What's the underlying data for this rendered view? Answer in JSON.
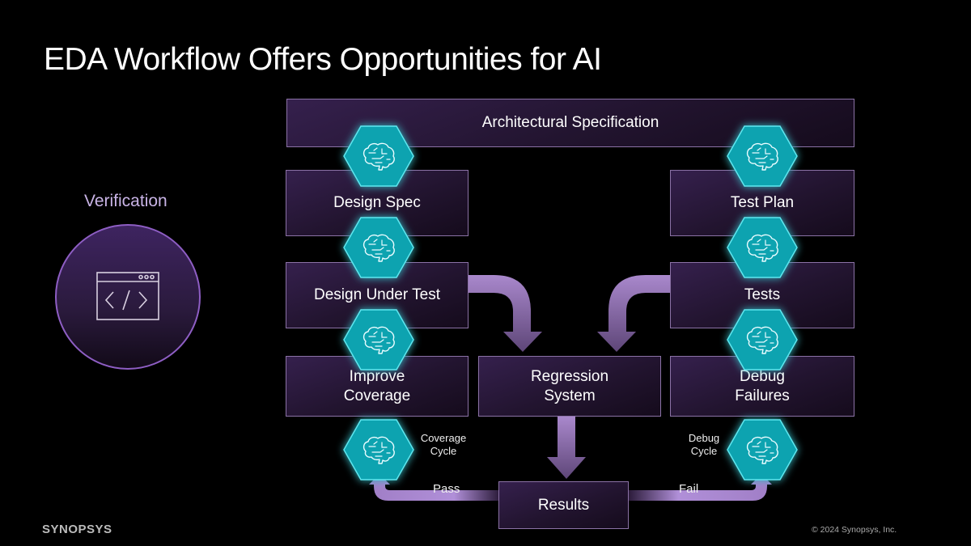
{
  "title": "EDA Workflow Offers Opportunities for AI",
  "verification": {
    "label": "Verification",
    "icon": "code-window-icon"
  },
  "boxes": {
    "arch_spec": "Architectural Specification",
    "design_spec": "Design Spec",
    "test_plan": "Test Plan",
    "dut": "Design Under Test",
    "tests": "Tests",
    "improve_coverage": "Improve\nCoverage",
    "regression": "Regression\nSystem",
    "debug_failures": "Debug\nFailures",
    "results": "Results"
  },
  "cycles": {
    "coverage": "Coverage\nCycle",
    "debug": "Debug\nCycle"
  },
  "flow_labels": {
    "pass": "Pass",
    "fail": "Fail"
  },
  "ai_icon": "brain-icon",
  "colors": {
    "background": "#000000",
    "hex_fill": "#0aa8b5",
    "hex_glow": "#1fd6e0",
    "arrow": "#a883cf",
    "box_border": "#8b72a6"
  },
  "footer": {
    "logo": "SYNOPSYS",
    "copyright": "© 2024 Synopsys, Inc."
  }
}
